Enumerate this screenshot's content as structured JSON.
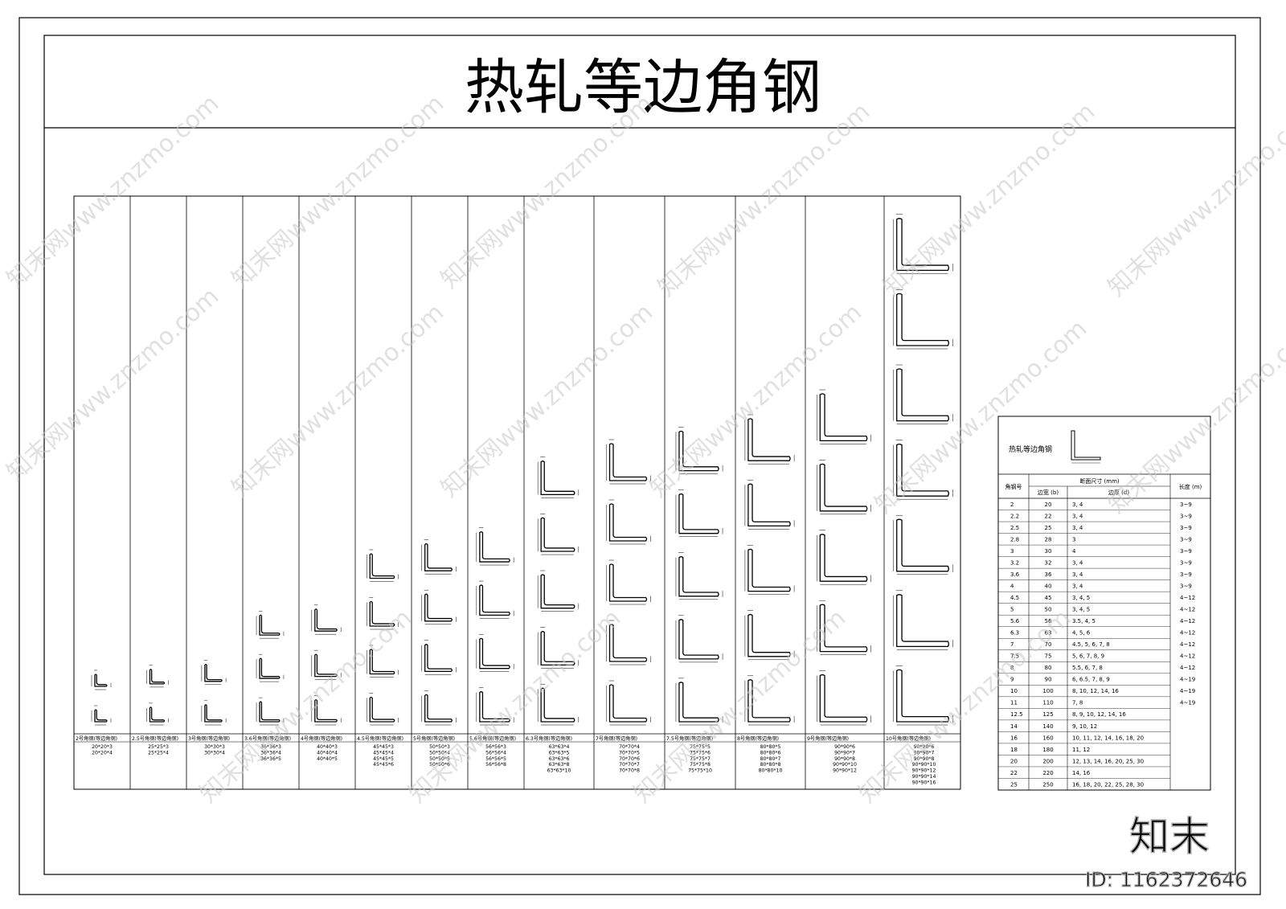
{
  "title": "热轧等边角钢",
  "columns": [
    {
      "label": "2号角钢(等边角钢)",
      "sizes": [
        "20*20*3",
        "20*20*4"
      ],
      "size": 20
    },
    {
      "label": "2.5号角钢(等边角钢)",
      "sizes": [
        "25*25*3",
        "25*25*4"
      ],
      "size": 25
    },
    {
      "label": "3号角钢(等边角钢)",
      "sizes": [
        "30*30*3",
        "30*30*4"
      ],
      "size": 30
    },
    {
      "label": "3.6号角钢(等边角钢)",
      "sizes": [
        "36*36*3",
        "36*36*4",
        "36*36*5"
      ],
      "size": 36
    },
    {
      "label": "4号角钢(等边角钢)",
      "sizes": [
        "40*40*3",
        "40*40*4",
        "40*40*5"
      ],
      "size": 40
    },
    {
      "label": "4.5号角钢(等边角钢)",
      "sizes": [
        "45*45*3",
        "45*45*4",
        "45*45*5",
        "45*45*6"
      ],
      "size": 45
    },
    {
      "label": "5号角钢(等边角钢)",
      "sizes": [
        "50*50*3",
        "50*50*4",
        "50*50*5",
        "50*50*6"
      ],
      "size": 50
    },
    {
      "label": "5.6号角钢(等边角钢)",
      "sizes": [
        "56*56*3",
        "56*56*4",
        "56*56*5",
        "56*56*8"
      ],
      "size": 56
    },
    {
      "label": "6.3号角钢(等边角钢)",
      "sizes": [
        "63*63*4",
        "63*63*5",
        "63*63*6",
        "63*63*8",
        "63*63*10"
      ],
      "size": 63
    },
    {
      "label": "7号角钢(等边角钢)",
      "sizes": [
        "70*70*4",
        "70*70*5",
        "70*70*6",
        "70*70*7",
        "70*70*8"
      ],
      "size": 70
    },
    {
      "label": "7.5号角钢(等边角钢)",
      "sizes": [
        "75*75*5",
        "75*75*6",
        "75*75*7",
        "75*75*8",
        "75*75*10"
      ],
      "size": 75
    },
    {
      "label": "8号角钢(等边角钢)",
      "sizes": [
        "80*80*5",
        "80*80*6",
        "80*80*7",
        "80*80*8",
        "80*80*10"
      ],
      "size": 80
    },
    {
      "label": "9号角钢(等边角钢)",
      "sizes": [
        "90*90*6",
        "90*90*7",
        "90*90*8",
        "90*90*10",
        "90*90*12"
      ],
      "size": 90
    },
    {
      "label": "10号角钢(等边角钢)",
      "sizes": [
        "90*90*6",
        "90*90*7",
        "90*90*8",
        "90*90*10",
        "90*90*12",
        "90*90*14",
        "90*90*16"
      ],
      "size": 100
    }
  ],
  "spec_table": {
    "title": "热轧等边角钢",
    "header": {
      "no": "角钢号",
      "section": "断面尺寸 (mm)",
      "width": "边宽 (b)",
      "thickness": "边厚 (d)",
      "length": "长度 (m)"
    },
    "rows": [
      [
        "2",
        "20",
        "3, 4",
        "3~9"
      ],
      [
        "2.2",
        "22",
        "3, 4",
        "3~9"
      ],
      [
        "2.5",
        "25",
        "3, 4",
        "3~9"
      ],
      [
        "2.8",
        "28",
        "3",
        "3~9"
      ],
      [
        "3",
        "30",
        "4",
        "3~9"
      ],
      [
        "3.2",
        "32",
        "3, 4",
        "3~9"
      ],
      [
        "3.6",
        "36",
        "3, 4",
        "3~9"
      ],
      [
        "4",
        "40",
        "3, 4",
        "3~9"
      ],
      [
        "4.5",
        "45",
        "3, 4, 5",
        "4~12"
      ],
      [
        "5",
        "50",
        "3, 4, 5",
        "4~12"
      ],
      [
        "5.6",
        "56",
        "3.5, 4, 5",
        "4~12"
      ],
      [
        "6.3",
        "63",
        "4, 5, 6",
        "4~12"
      ],
      [
        "7",
        "70",
        "4.5, 5, 6, 7, 8",
        "4~12"
      ],
      [
        "7.5",
        "75",
        "5, 6, 7, 8, 9",
        "4~12"
      ],
      [
        "8",
        "80",
        "5.5, 6, 7, 8",
        "4~12"
      ],
      [
        "9",
        "90",
        "6, 6.5, 7, 8, 9",
        "4~19"
      ],
      [
        "10",
        "100",
        "8, 10, 12, 14, 16",
        "4~19"
      ],
      [
        "11",
        "110",
        "7, 8",
        "4~19"
      ],
      [
        "12.5",
        "125",
        "8, 9, 10, 12, 14, 16",
        ""
      ],
      [
        "14",
        "140",
        "9, 10, 12",
        ""
      ],
      [
        "16",
        "160",
        "10, 11, 12, 14, 16, 18, 20",
        ""
      ],
      [
        "18",
        "180",
        "11, 12",
        ""
      ],
      [
        "20",
        "200",
        "12, 13, 14, 16, 20, 25, 30",
        ""
      ],
      [
        "22",
        "220",
        "14, 16",
        ""
      ],
      [
        "25",
        "250",
        "16, 18, 20, 22, 25, 28, 30",
        ""
      ]
    ]
  },
  "watermark": {
    "text": "知末网www.znzmo.com",
    "brand": "知末",
    "id": "ID: 1162372646"
  },
  "colors": {
    "line": "#000000",
    "watermark": "#c8c8c8"
  }
}
